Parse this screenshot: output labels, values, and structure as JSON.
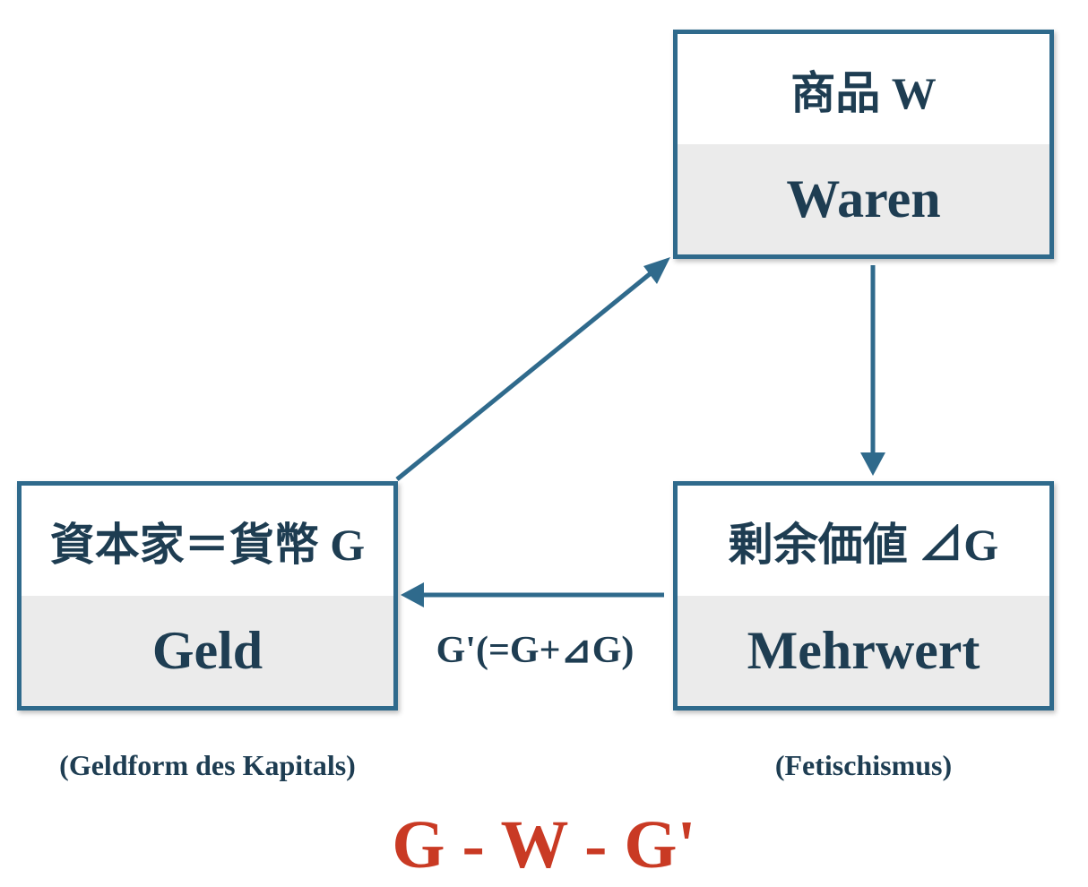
{
  "colors": {
    "arrow": "#2f6a8c",
    "text": "#1e3d52",
    "box_border": "#2f6a8c",
    "box_bottom_fill": "#ebebeb",
    "formula": "#c93a24"
  },
  "nodes": {
    "waren": {
      "top_label": "商品 W",
      "bottom_label": "Waren"
    },
    "geld": {
      "top_label": "資本家＝貨幣 G",
      "bottom_label": "Geld"
    },
    "mehrwert": {
      "top_label": "剰余価値 ⊿G",
      "bottom_label": "Mehrwert"
    }
  },
  "edge_labels": {
    "mehrwert_to_geld": "G'(=G+⊿G)"
  },
  "captions": {
    "geld": "(Geldform des Kapitals)",
    "mehrwert": "(Fetischismus)"
  },
  "formula": "G - W - G'"
}
